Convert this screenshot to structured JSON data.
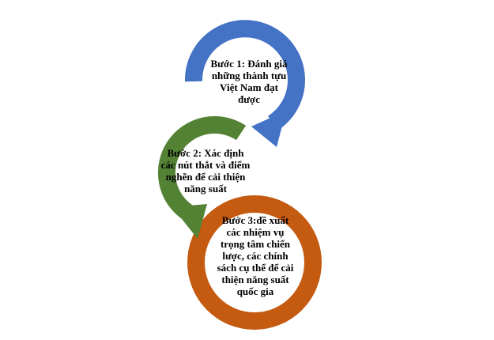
{
  "colors": {
    "step1": "#4472C4",
    "step2": "#548235",
    "step3": "#C55A11"
  },
  "steps": [
    {
      "lines": [
        "Bước 1: Đánh giá",
        "những thành tựu",
        "Việt Nam đạt",
        "được"
      ]
    },
    {
      "lines": [
        "Bước 2: Xác định",
        "các nút thắt và điểm",
        "nghẽn để cải thiện",
        "năng suất"
      ]
    },
    {
      "lines": [
        "Bước 3:đề xuất",
        "các nhiệm vụ",
        "trọng tâm chiến",
        "lược, các chính",
        "sách cụ thể để cải",
        "thiện năng suất",
        "quốc gia"
      ]
    }
  ]
}
